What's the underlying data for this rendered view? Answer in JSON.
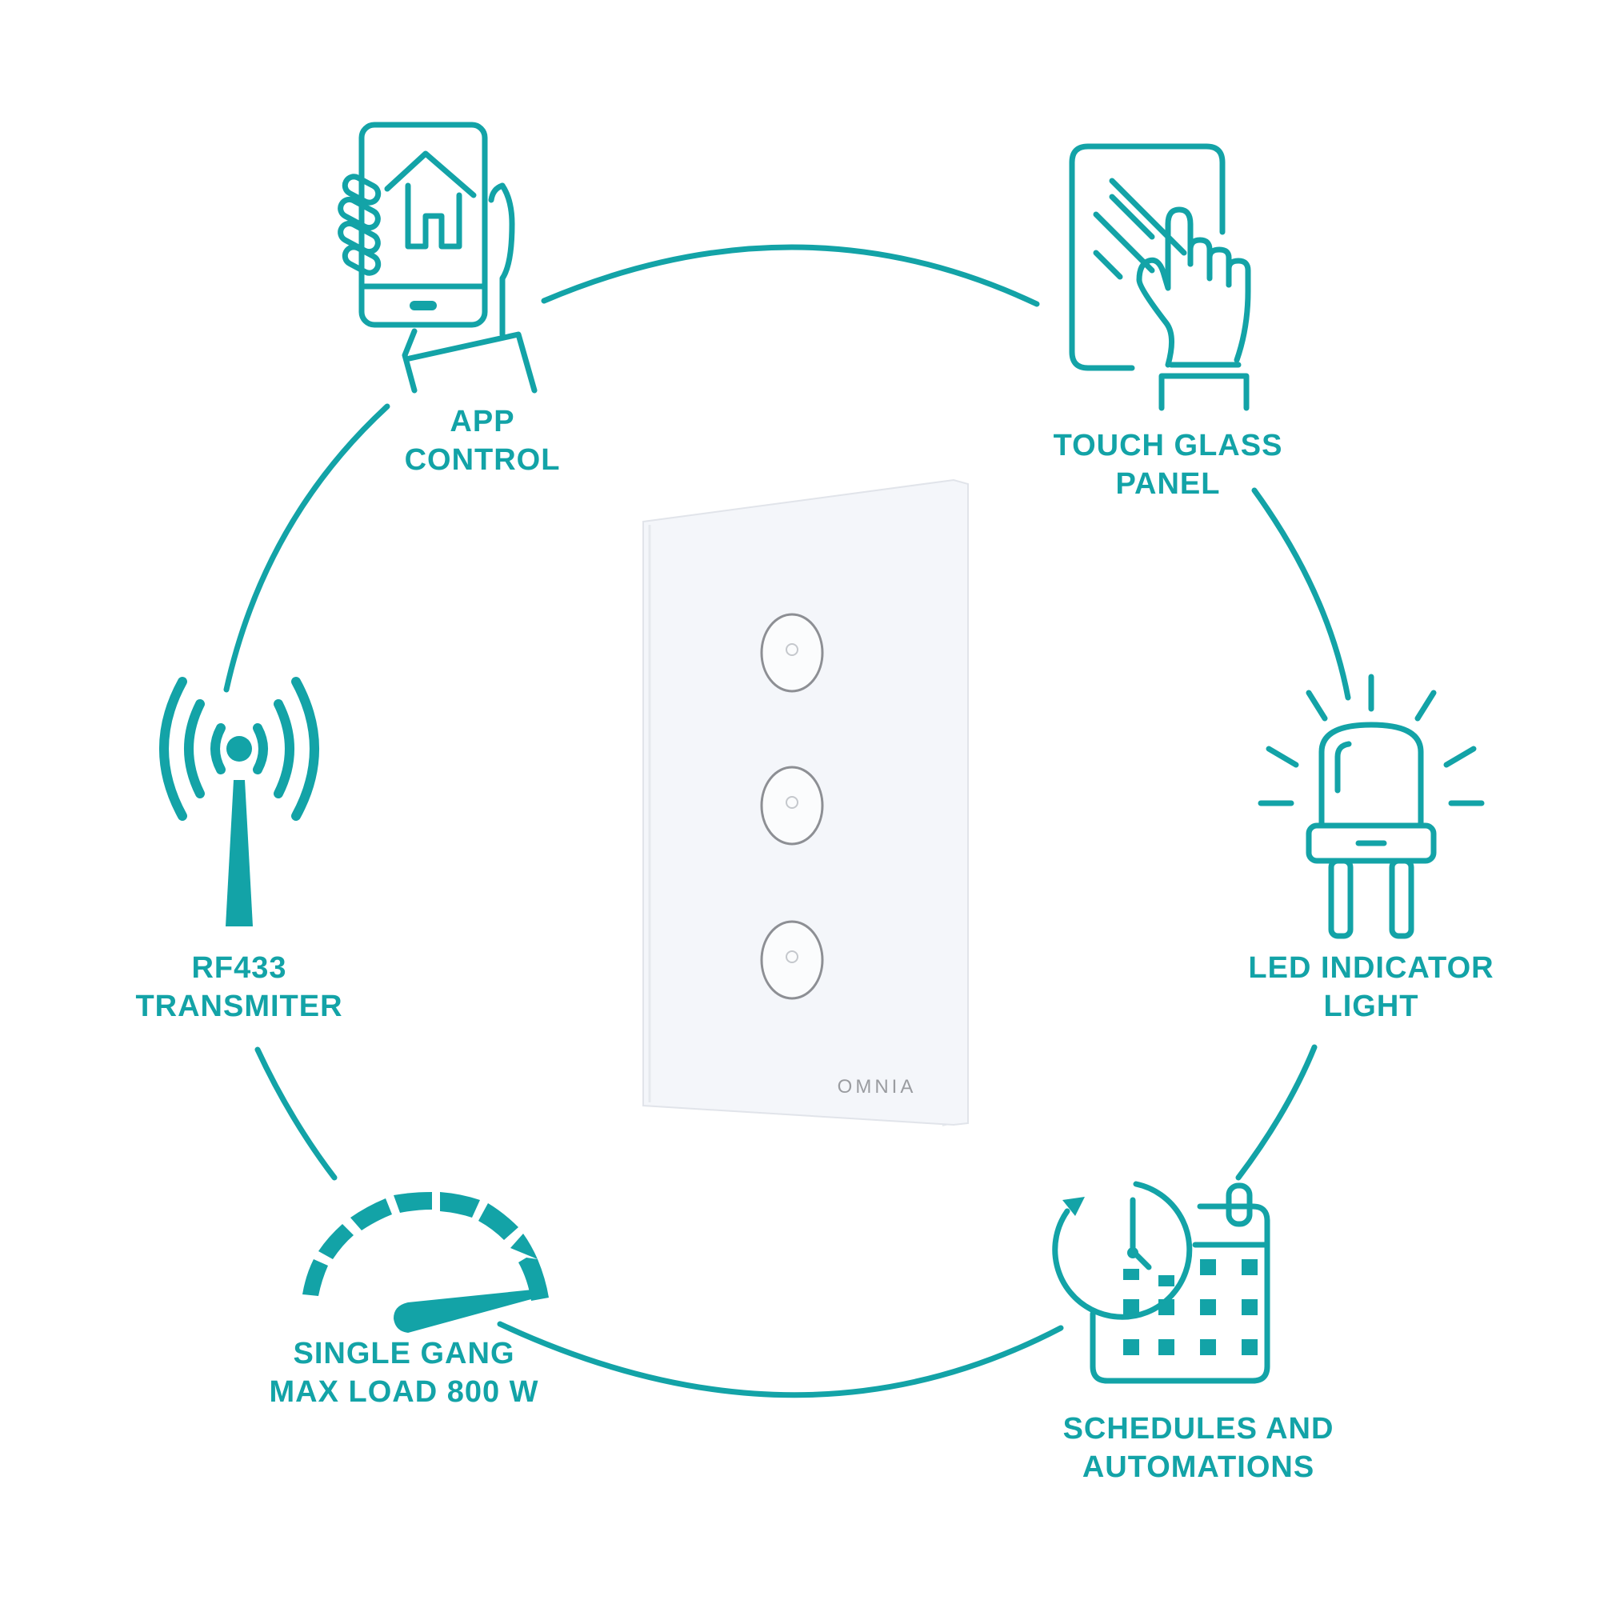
{
  "colors": {
    "accent": "#13A3A7",
    "panel": "#F4F6FA",
    "panel_edge": "#E1E4EA",
    "button_ring": "#8D8F94",
    "brand_text": "#9A9CA0"
  },
  "features": {
    "app_control": {
      "line1": "APP",
      "line2": "CONTROL",
      "icon": "smartphone-home-hand-icon"
    },
    "touch_glass": {
      "line1": "TOUCH GLASS",
      "line2": "PANEL",
      "icon": "glass-panel-touch-icon"
    },
    "led_indicator": {
      "line1": "LED INDICATOR",
      "line2": "LIGHT",
      "icon": "led-bulb-icon"
    },
    "schedules": {
      "line1": "SCHEDULES AND",
      "line2": "AUTOMATIONS",
      "icon": "clock-calendar-icon"
    },
    "single_gang": {
      "line1": "SINGLE GANG",
      "line2": "MAX LOAD 800 W",
      "icon": "speedometer-gauge-icon"
    },
    "rf433": {
      "line1": "RF433",
      "line2": "TRANSMITER",
      "icon": "antenna-signal-icon"
    }
  },
  "product": {
    "brand": "OMNIA",
    "buttons": [
      "light-1",
      "light-2",
      "light-3"
    ]
  }
}
